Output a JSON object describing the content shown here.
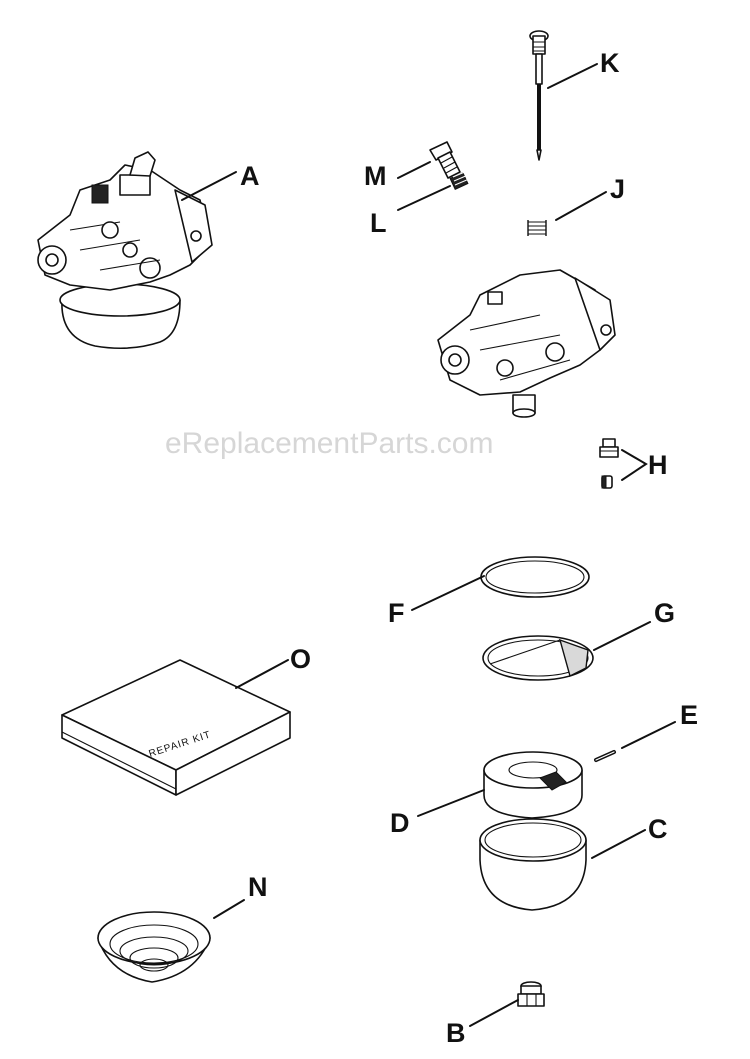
{
  "watermark": "eReplacementParts.com",
  "labels": {
    "A": "A",
    "B": "B",
    "C": "C",
    "D": "D",
    "E": "E",
    "F": "F",
    "G": "G",
    "H": "H",
    "J": "J",
    "K": "K",
    "L": "L",
    "M": "M",
    "N": "N",
    "O": "O"
  },
  "kit_text": "REPAIR KIT"
}
